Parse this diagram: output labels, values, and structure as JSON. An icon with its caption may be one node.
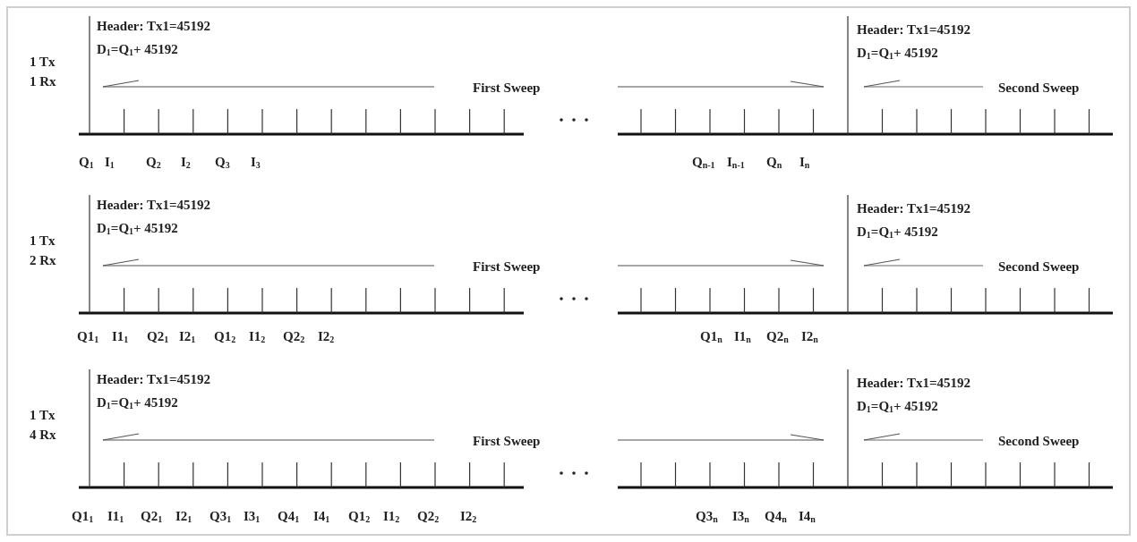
{
  "diagram": {
    "labels": [
      "1 Tx",
      "1 Rx",
      "Header:  Tx1=45192",
      "D$_{1}$=Q$_{1}$+ 45192",
      "First Sweep",
      "Header:  Tx1=45192",
      "D$_{1}$=Q$_{1}$+ 45192",
      "Second Sweep",
      "Q$_{1}$",
      "I$_{1}$",
      "Q$_{2}$",
      "I$_{2}$",
      "Q$_{3}$",
      "I$_{3}$",
      "Q$_{n-1}$",
      "I$_{n-1}$",
      "Q$_{n}$",
      "I$_{n}$",
      "1 Tx",
      "2 Rx",
      "Header:  Tx1=45192",
      "D$_{1}$=Q$_{1}$+ 45192",
      "First Sweep",
      "Header:  Tx1=45192",
      "D$_{1}$=Q$_{1}$+ 45192",
      "Second Sweep",
      "Q1$_{1}$",
      "I1$_{1}$",
      "Q2$_{1}$",
      "I2$_{1}$",
      "Q1$_{2}$",
      "I1$_{2}$",
      "Q2$_{2}$",
      "I2$_{2}$",
      "Q1$_{n}$",
      "I1$_{n}$",
      "Q2$_{n}$",
      "I2$_{n}$",
      "1 Tx",
      "4 Rx",
      "Header:  Tx1=45192",
      "D$_{1}$=Q$_{1}$+ 45192",
      "First Sweep",
      "Header:  Tx1=45192",
      "D$_{1}$=Q$_{1}$+ 45192",
      "Second Sweep",
      "Q1$_{1}$",
      "I1$_{1}$",
      "Q2$_{1}$",
      "I2$_{1}$",
      "Q3$_{1}$",
      "I3$_{1}$",
      "Q4$_{1}$",
      "I4$_{1}$",
      "Q1$_{2}$",
      "I1$_{2}$",
      "Q2$_{2}$",
      "I2$_{2}$",
      "Q3$_{n}$",
      "I3$_{n}$",
      "Q4$_{n}$",
      "I4$_{n}$"
    ]
  }
}
